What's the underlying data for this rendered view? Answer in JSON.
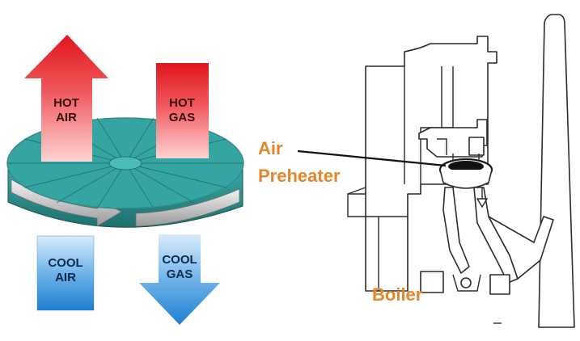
{
  "rotor_diagram": {
    "hot_air": {
      "line1": "HOT",
      "line2": "AIR"
    },
    "hot_gas": {
      "line1": "HOT",
      "line2": "GAS"
    },
    "cool_air": {
      "line1": "COOL",
      "line2": "AIR"
    },
    "cool_gas": {
      "line1": "COOL",
      "line2": "GAS"
    }
  },
  "boiler_diagram": {
    "air_preheater_label": {
      "line1": "Air",
      "line2": "Preheater"
    },
    "boiler_label": "Boiler"
  },
  "colors": {
    "hot": "#e8262d",
    "cool": "#3a8fd8",
    "rotor": "#2f9a98",
    "label_orange": "#e6862a"
  }
}
